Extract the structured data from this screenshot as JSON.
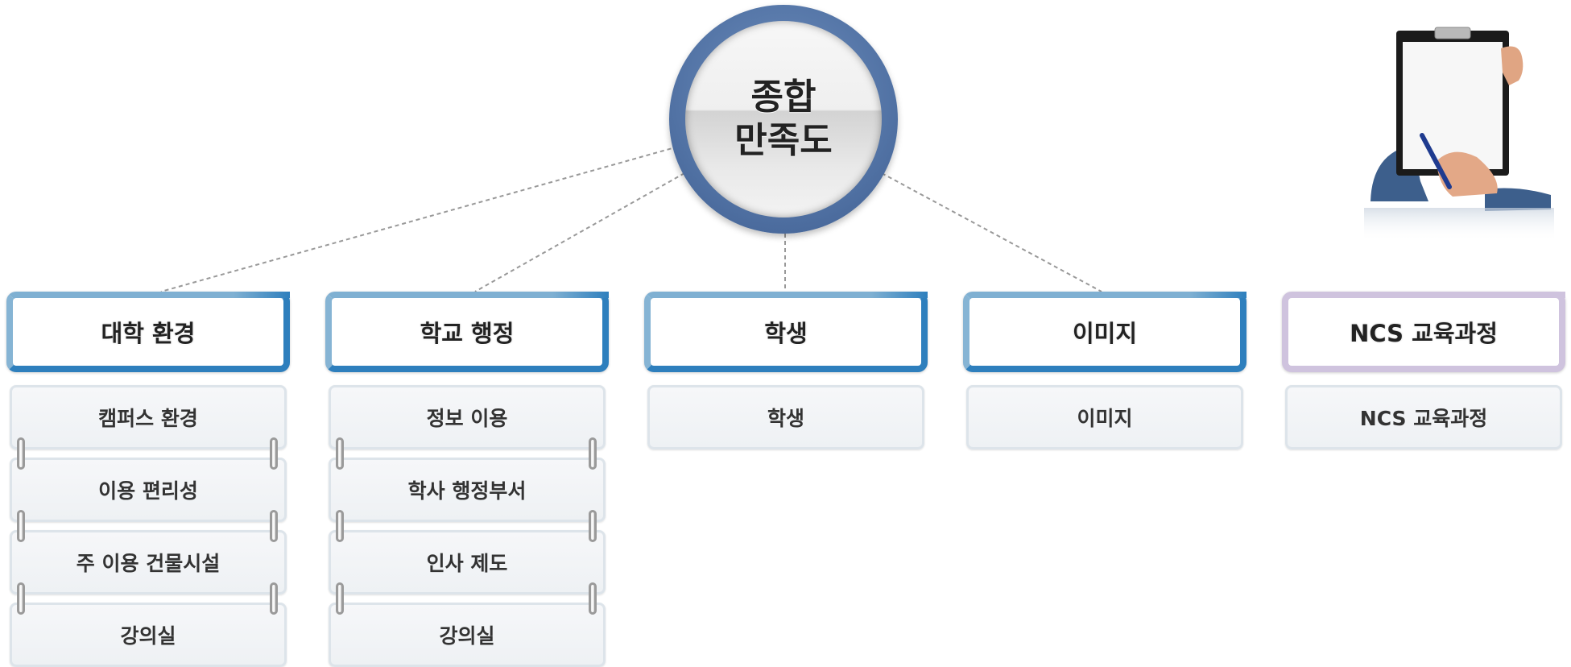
{
  "center": {
    "line1": "종합",
    "line2": "만족도"
  },
  "columns": [
    {
      "header": "대학 환경",
      "items": [
        "캠퍼스 환경",
        "이용 편리성",
        "주 이용 건물시설",
        "강의실"
      ]
    },
    {
      "header": "학교 행정",
      "items": [
        "정보 이용",
        "학사 행정부서",
        "인사 제도",
        "강의실"
      ]
    },
    {
      "header": "학생",
      "items": [
        "학생"
      ]
    },
    {
      "header": "이미지",
      "items": [
        "이미지"
      ]
    },
    {
      "header": "NCS 교육과정",
      "items": [
        "NCS 교육과정"
      ]
    }
  ],
  "colors": {
    "hub_ring": "#5273a5",
    "header_border": "#2e7fbd",
    "header_border_light": "#86b4d4",
    "ncs_border": "#cfc3de",
    "connector": "#999999"
  },
  "illustration": "clipboard-with-pen-icon"
}
